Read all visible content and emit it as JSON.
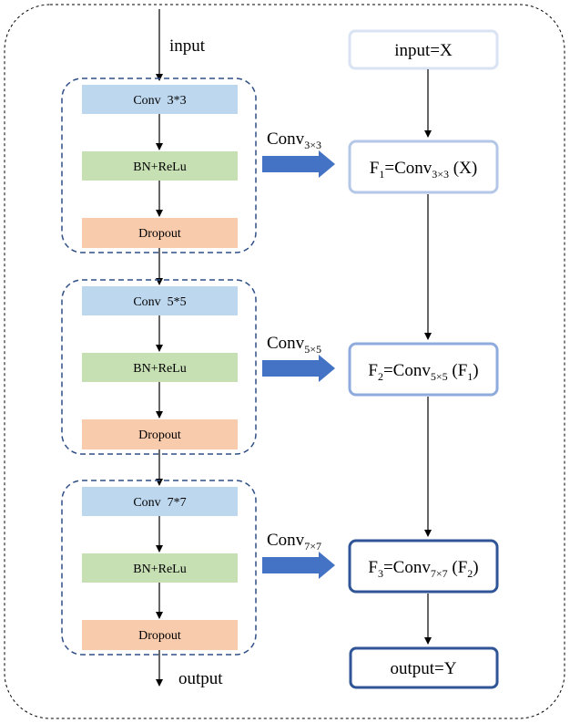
{
  "labels": {
    "input": "input",
    "output": "output"
  },
  "blocks": [
    {
      "conv": "Conv  3*3",
      "bn": "BN+ReLu",
      "dropout": "Dropout",
      "arrow_main": "Conv",
      "arrow_sub": "3×3"
    },
    {
      "conv": "Conv  5*5",
      "bn": "BN+ReLu",
      "dropout": "Dropout",
      "arrow_main": "Conv",
      "arrow_sub": "5×5"
    },
    {
      "conv": "Conv  7*7",
      "bn": "BN+ReLu",
      "dropout": "Dropout",
      "arrow_main": "Conv",
      "arrow_sub": "7×7"
    }
  ],
  "right_chain": {
    "input_box": "input=X",
    "output_box": "output=Y",
    "f": [
      {
        "var": "F",
        "var_sub": "1",
        "eq": "=Conv",
        "conv_sub": "3×3",
        "arg_open": " (X)",
        "arg_sub": "",
        "arg_close": ""
      },
      {
        "var": "F",
        "var_sub": "2",
        "eq": "=Conv",
        "conv_sub": "5×5",
        "arg_open": " (F",
        "arg_sub": "1",
        "arg_close": ")"
      },
      {
        "var": "F",
        "var_sub": "3",
        "eq": "=Conv",
        "conv_sub": "7×7",
        "arg_open": " (F",
        "arg_sub": "2",
        "arg_close": ")"
      }
    ]
  },
  "colors": {
    "conv": "#bdd7ee",
    "bn": "#c6e0b4",
    "dropout": "#f8cbad",
    "dash_block": "#2f4f86",
    "thick_arrow": "#4472c4",
    "box_input": "#dae3f3",
    "box_f1": "#b4c7e7",
    "box_f2": "#8faadc",
    "box_f3": "#2f5597",
    "box_output": "#2f5597"
  }
}
